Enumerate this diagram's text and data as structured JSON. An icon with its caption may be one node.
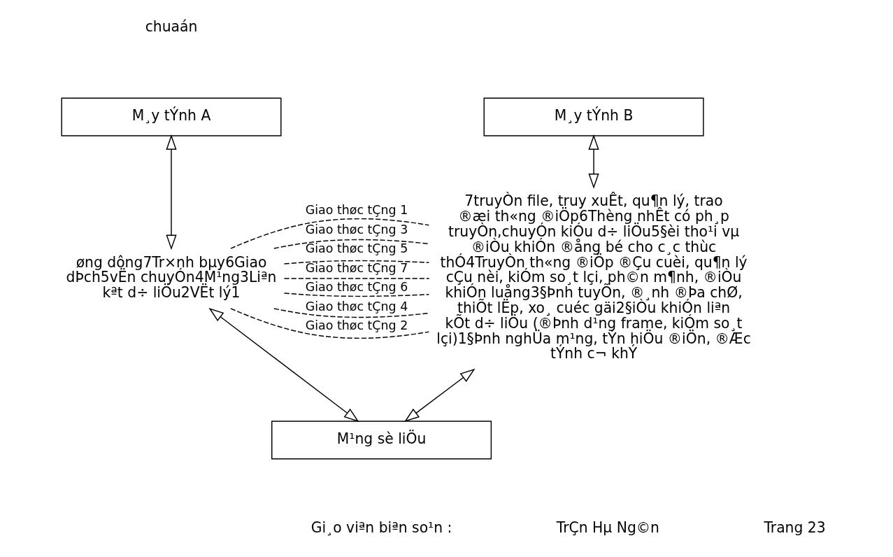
{
  "diagram": {
    "nodes": [
      {
        "text": [
          "M¸y tÝnh A"
        ]
      },
      {
        "text": [
          "M¸y tÝnh B"
        ]
      },
      {
        "text": [
          "øng dông7Tr×nh bµy6Giao dÞch5vËn chuyÓn4M¹ng3Liªn kªt d÷ liÖu2VËt lý1"
        ]
      },
      {
        "text": [
          "7truyÒn file, truy xuÊt, qu¶n lý, trao ®æi th«ng ®iÖp6Thèng nhÊt có ph¸p truyÒn,chuyÓn kiÓu d÷ liÖu5§èi tho¹i vµ ®iÒu khiÓn ®ång bé cho c¸c thùc thÓ4TruyÒn th«ng ®iÖp ®Çu cuèi, qu¶n lý cÇu nèi, kiÓm so¸t lçi, ph©n m¶nh, ®iÒu khiÓn luång3§Þnh tuyÕn, ®¸nh ®Þa chØ, thiÕt lËp, xo¸ cuéc gäi2§iÒu khiÓn liªn kÕt d÷ liÖu (®Þnh d¹ng frame, kiÓm so¸t lçi)1§Þnh nghÜa m¹ng, tÝn hiÖu ®iÖn, ®Æc tÝnh c¬ khÝ"
        ]
      },
      {
        "text": [
          "M¹ng sè liÖu"
        ]
      }
    ],
    "edges": [
      {
        "from": 0,
        "to": 2,
        "arrow": "both"
      },
      {
        "from": 1,
        "to": 3,
        "arrow": "both"
      },
      {
        "from": 2,
        "to": 3,
        "arrow": "none",
        "style": "dashed",
        "label": "Giao thøc tÇng 7"
      },
      {
        "from": 2,
        "to": 3,
        "arrow": "none",
        "style": "dashed",
        "label": "Giao thøc tÇng 6"
      },
      {
        "from": 2,
        "to": 3,
        "arrow": "none",
        "style": "dashed",
        "label": "Giao thøc tÇng 5"
      },
      {
        "from": 2,
        "to": 3,
        "arrow": "none",
        "style": "dashed",
        "label": "Giao thøc tÇng 4"
      },
      {
        "from": 2,
        "to": 3,
        "arrow": "none",
        "style": "dashed",
        "label": "Giao thøc tÇng 3"
      },
      {
        "from": 2,
        "to": 3,
        "arrow": "none",
        "style": "dashed",
        "label": "Giao thøc tÇng 2"
      },
      {
        "from": 2,
        "to": 3,
        "arrow": "none",
        "style": "dashed",
        "label": "Giao thøc tÇng 1"
      },
      {
        "from": 2,
        "to": 4,
        "arrow": "both"
      },
      {
        "from": 3,
        "to": 4,
        "arrow": "both"
      }
    ],
    "labels": [
      "chuaán",
      "Gi¸o viªn biªn so¹n :",
      "TrÇn Hµ Ng©n",
      "Trang 23"
    ]
  }
}
